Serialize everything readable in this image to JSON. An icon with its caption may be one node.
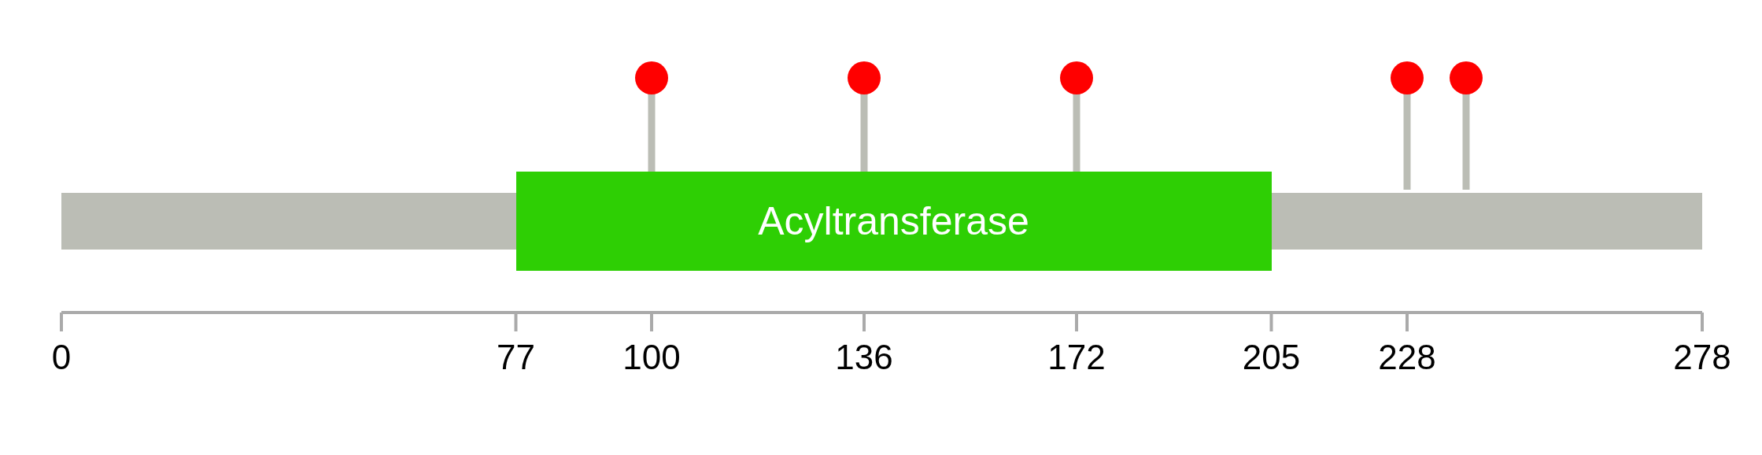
{
  "diagram": {
    "nodes": [
      {
        "text": [],
        "shape": "bar"
      },
      {
        "text": [
          "Acyltransferase"
        ]
      },
      {
        "text": [],
        "shape": "bar"
      }
    ],
    "labels": [
      "0",
      "77",
      "100",
      "136",
      "172",
      "205",
      "228",
      "278"
    ]
  }
}
